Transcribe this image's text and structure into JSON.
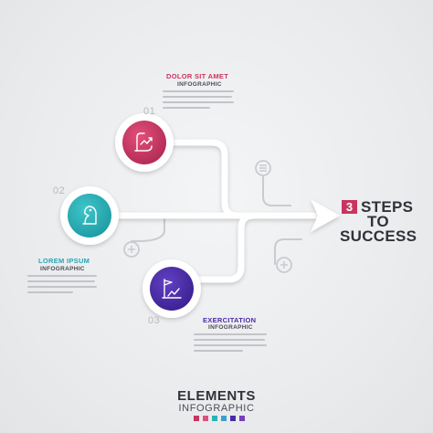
{
  "colors": {
    "pink": "#c7365f",
    "teal": "#2bb3b8",
    "purple": "#4a2ca6",
    "arrow": "#ffffff",
    "connector": "#c9cbcf",
    "text_dark": "#2f3238",
    "text_muted": "#b7b9bd"
  },
  "steps": [
    {
      "number": "01",
      "title": "DOLOR SIT AMET",
      "subtitle": "INFOGRAPHIC",
      "title_color": "#c7365f",
      "icon": "hand-chart-icon"
    },
    {
      "number": "02",
      "title": "LOREM IPSUM",
      "subtitle": "INFOGRAPHIC",
      "title_color": "#2aa4b1",
      "icon": "chess-knight-icon"
    },
    {
      "number": "03",
      "title": "EXERCITATION",
      "subtitle": "INFOGRAPHIC",
      "title_color": "#4a2ca6",
      "icon": "flag-chart-icon"
    }
  ],
  "side_icons": [
    "menu-icon",
    "plus-icon",
    "plus-icon"
  ],
  "heading": {
    "number": "3",
    "line1": "STEPS",
    "line2": "TO",
    "line3": "SUCCESS"
  },
  "footer": {
    "title": "ELEMENTS",
    "subtitle": "INFOGRAPHIC",
    "swatches": [
      "#c7365f",
      "#e0507e",
      "#2bb3b8",
      "#3aa2c9",
      "#4a2ca6",
      "#7a3fb8"
    ]
  }
}
